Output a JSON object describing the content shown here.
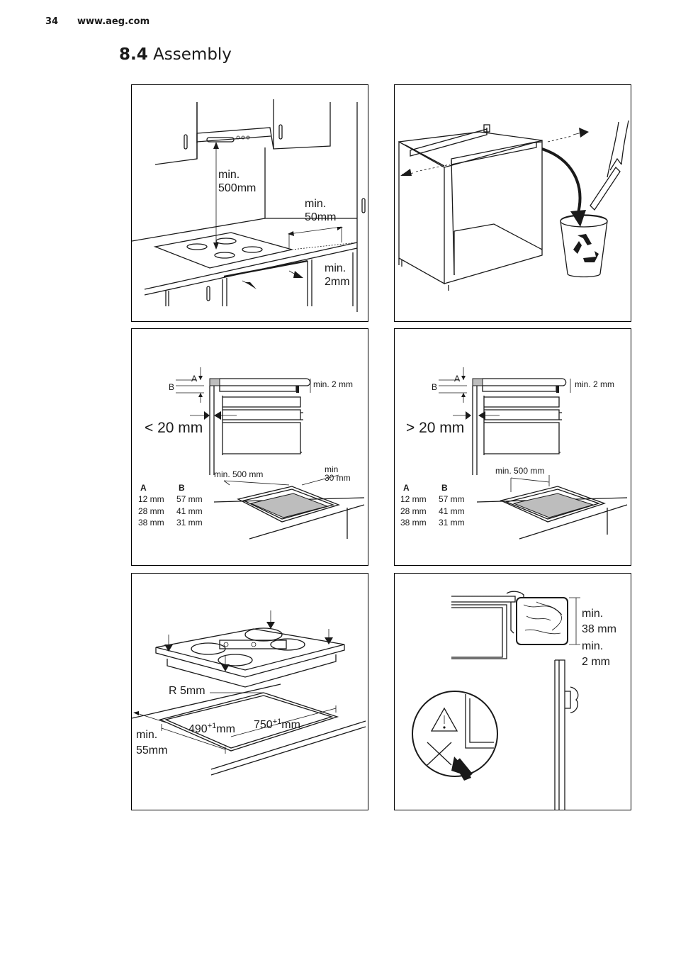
{
  "header": {
    "page_number": "34",
    "url": "www.aeg.com"
  },
  "section": {
    "number": "8.4",
    "title": "Assembly"
  },
  "panel1": {
    "hood_min_label": "min.",
    "hood_min_value": "500mm",
    "wall_min_label": "min.",
    "wall_min_value": "50mm",
    "gap_min_label": "min.",
    "gap_min_value": "2mm"
  },
  "panel3": {
    "label_a": "A",
    "label_b": "B",
    "min_2mm": "min. 2 mm",
    "distance": "< 20 mm",
    "min_500": "min. 500 mm",
    "min_30_line1": "min",
    "min_30_line2": "30 mm",
    "table": {
      "headers": [
        "A",
        "B"
      ],
      "rows": [
        [
          "12 mm",
          "57 mm"
        ],
        [
          "28 mm",
          "41 mm"
        ],
        [
          "38 mm",
          "31 mm"
        ]
      ]
    }
  },
  "panel4": {
    "label_a": "A",
    "label_b": "B",
    "min_2mm": "min. 2 mm",
    "distance": "> 20 mm",
    "min_500": "min. 500 mm",
    "table": {
      "headers": [
        "A",
        "B"
      ],
      "rows": [
        [
          "12 mm",
          "57 mm"
        ],
        [
          "28 mm",
          "41 mm"
        ],
        [
          "38 mm",
          "31 mm"
        ]
      ]
    }
  },
  "panel5": {
    "radius": "R 5mm",
    "depth_value": "490",
    "depth_tol": "+1",
    "depth_unit": "mm",
    "width_value": "750",
    "width_tol": "+1",
    "width_unit": "mm",
    "front_min_label": "min.",
    "front_min_value": "55mm"
  },
  "panel6": {
    "thick_min_label": "min.",
    "thick_min_value": "38 mm",
    "gap_min_label": "min.",
    "gap_min_value": "2 mm"
  }
}
